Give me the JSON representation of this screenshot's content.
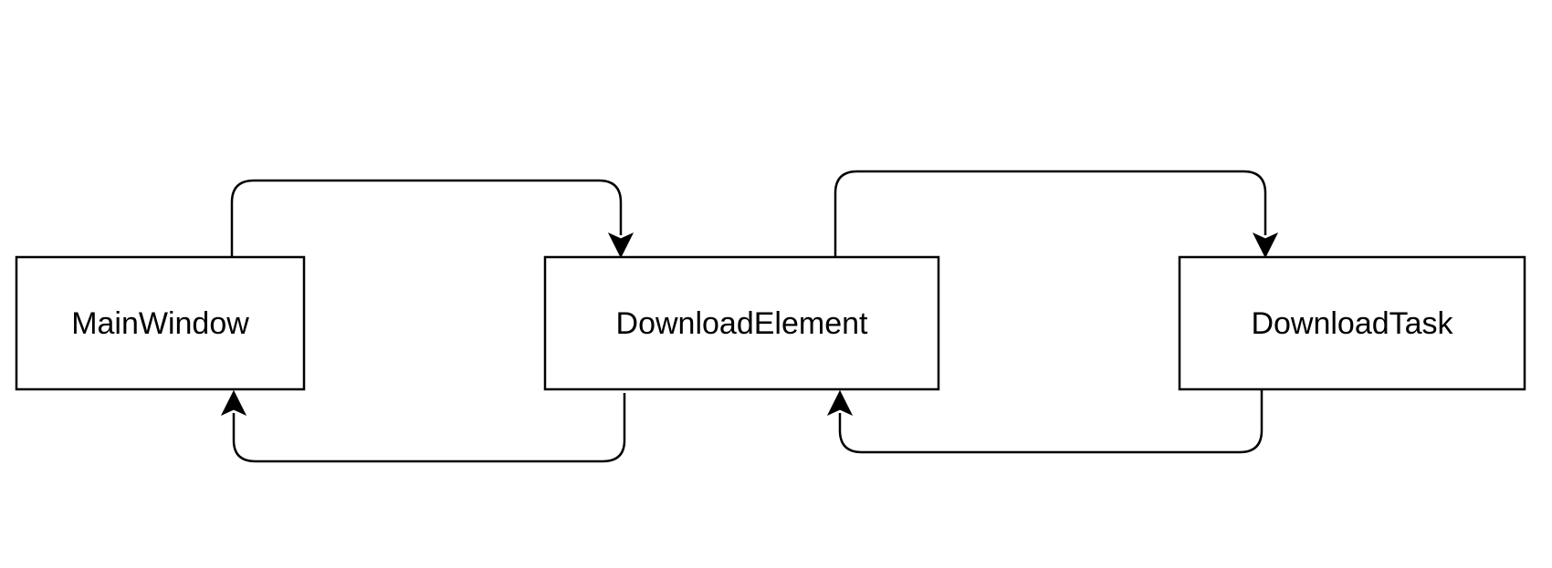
{
  "diagram": {
    "nodes": [
      {
        "id": "main-window",
        "label": "MainWindow"
      },
      {
        "id": "download-element",
        "label": "DownloadElement"
      },
      {
        "id": "download-task",
        "label": "DownloadTask"
      }
    ],
    "edges": [
      {
        "from": "main-window",
        "to": "download-element"
      },
      {
        "from": "download-element",
        "to": "main-window"
      },
      {
        "from": "download-element",
        "to": "download-task"
      },
      {
        "from": "download-task",
        "to": "download-element"
      }
    ],
    "colors": {
      "stroke": "#000000",
      "background": "#ffffff"
    }
  }
}
